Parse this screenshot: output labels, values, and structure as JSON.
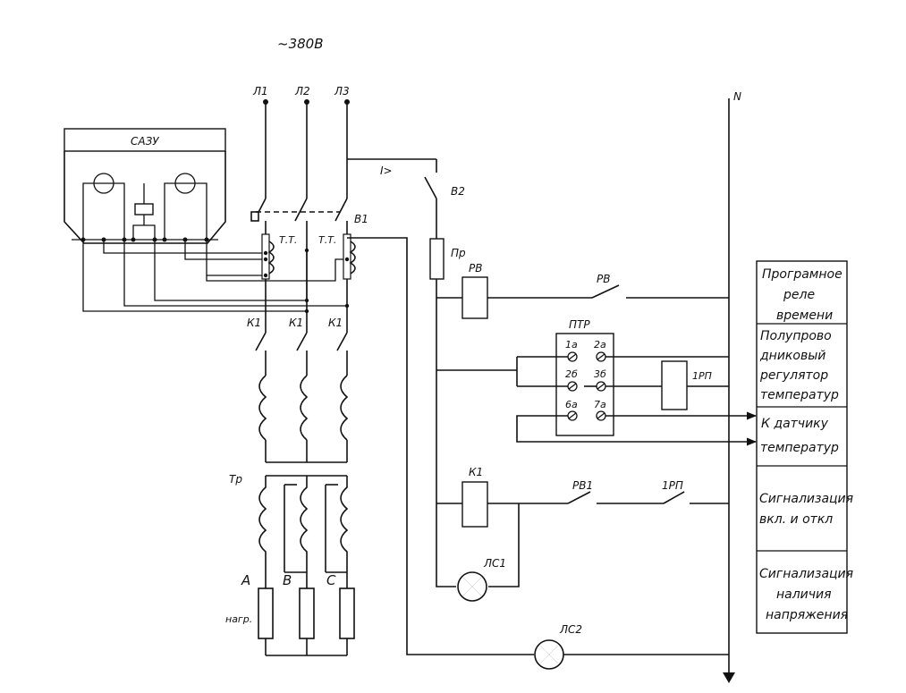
{
  "supply": "~380В",
  "phases": [
    "Л1",
    "Л2",
    "Л3"
  ],
  "neutral": "N",
  "sazu": "САЗУ",
  "breaker_v1": "В1",
  "breaker_v2": "В2",
  "current_relay": "I>",
  "fuse": "Пр",
  "relay_rv": "РВ",
  "contact_rv": "РВ",
  "ct_labels": [
    "Т.Т.",
    "Т.Т."
  ],
  "contactor_k1": [
    "К1",
    "К1",
    "К1"
  ],
  "k1_coil": "К1",
  "contact_rv1": "РВ1",
  "contact_1rp": "1РП",
  "ptr": {
    "title": "ПТР",
    "terminals": [
      "1а",
      "2а",
      "2б",
      "3б",
      "6а",
      "7а"
    ],
    "relay": "1РП"
  },
  "transformer": "Тр",
  "loads": [
    "А",
    "В",
    "С"
  ],
  "load_label": "нагр.",
  "lamps": [
    "ЛС1",
    "ЛС2"
  ],
  "legend": [
    [
      "Програмное",
      "реле",
      "времени"
    ],
    [
      "Полупрово",
      "дниковый",
      "регулятор",
      "температур"
    ],
    [
      "К датчику",
      "температур"
    ],
    [
      "Сигнализация",
      "вкл. и откл"
    ],
    [
      "Сигнализация",
      "наличия",
      "напряжения"
    ]
  ]
}
